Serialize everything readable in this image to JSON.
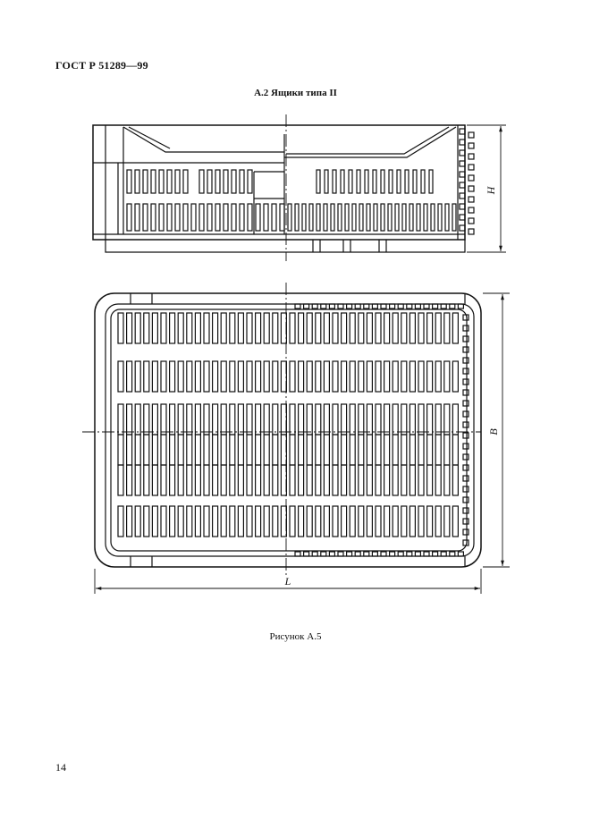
{
  "header": {
    "document_id": "ГОСТ Р 51289—99"
  },
  "section": {
    "title": "А.2 Ящики типа II"
  },
  "figure": {
    "caption": "Рисунок А.5",
    "dimensions": {
      "height": "H",
      "width": "B",
      "length": "L"
    }
  },
  "footer": {
    "page_number": "14"
  }
}
